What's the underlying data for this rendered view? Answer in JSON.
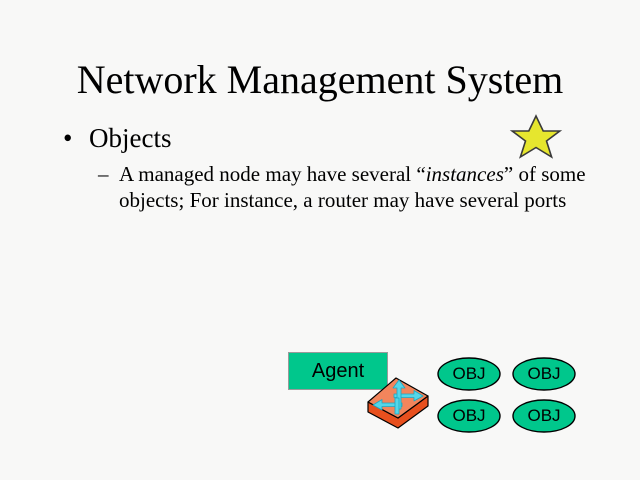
{
  "slide": {
    "title": "Network Management System",
    "background_color": "#f8f8f7",
    "text_color": "#000000"
  },
  "body": {
    "bullet1": {
      "marker": "•",
      "text": "Objects"
    },
    "bullet2": {
      "marker": "–",
      "text_part1": "A managed node may have several “",
      "emphasis": "instances",
      "text_part2": "” of some objects; For instance, a router may have several ports"
    }
  },
  "decoration": {
    "star": {
      "name": "star-shape",
      "fill_color": "#e6e62e",
      "stroke_color": "#3a3a3a"
    }
  },
  "diagram": {
    "agent": {
      "label": "Agent",
      "fill_color": "#00c78c",
      "border_color": "#9a9a9a"
    },
    "router": {
      "name": "router-icon",
      "top_face_color": "#f2855c",
      "side_face_color": "#e8501e",
      "arrow_color": "#55d6e8"
    },
    "objects": [
      {
        "label": "OBJ"
      },
      {
        "label": "OBJ"
      },
      {
        "label": "OBJ"
      },
      {
        "label": "OBJ"
      }
    ],
    "object_fill_color": "#00c78c",
    "object_stroke_color": "#000000"
  }
}
